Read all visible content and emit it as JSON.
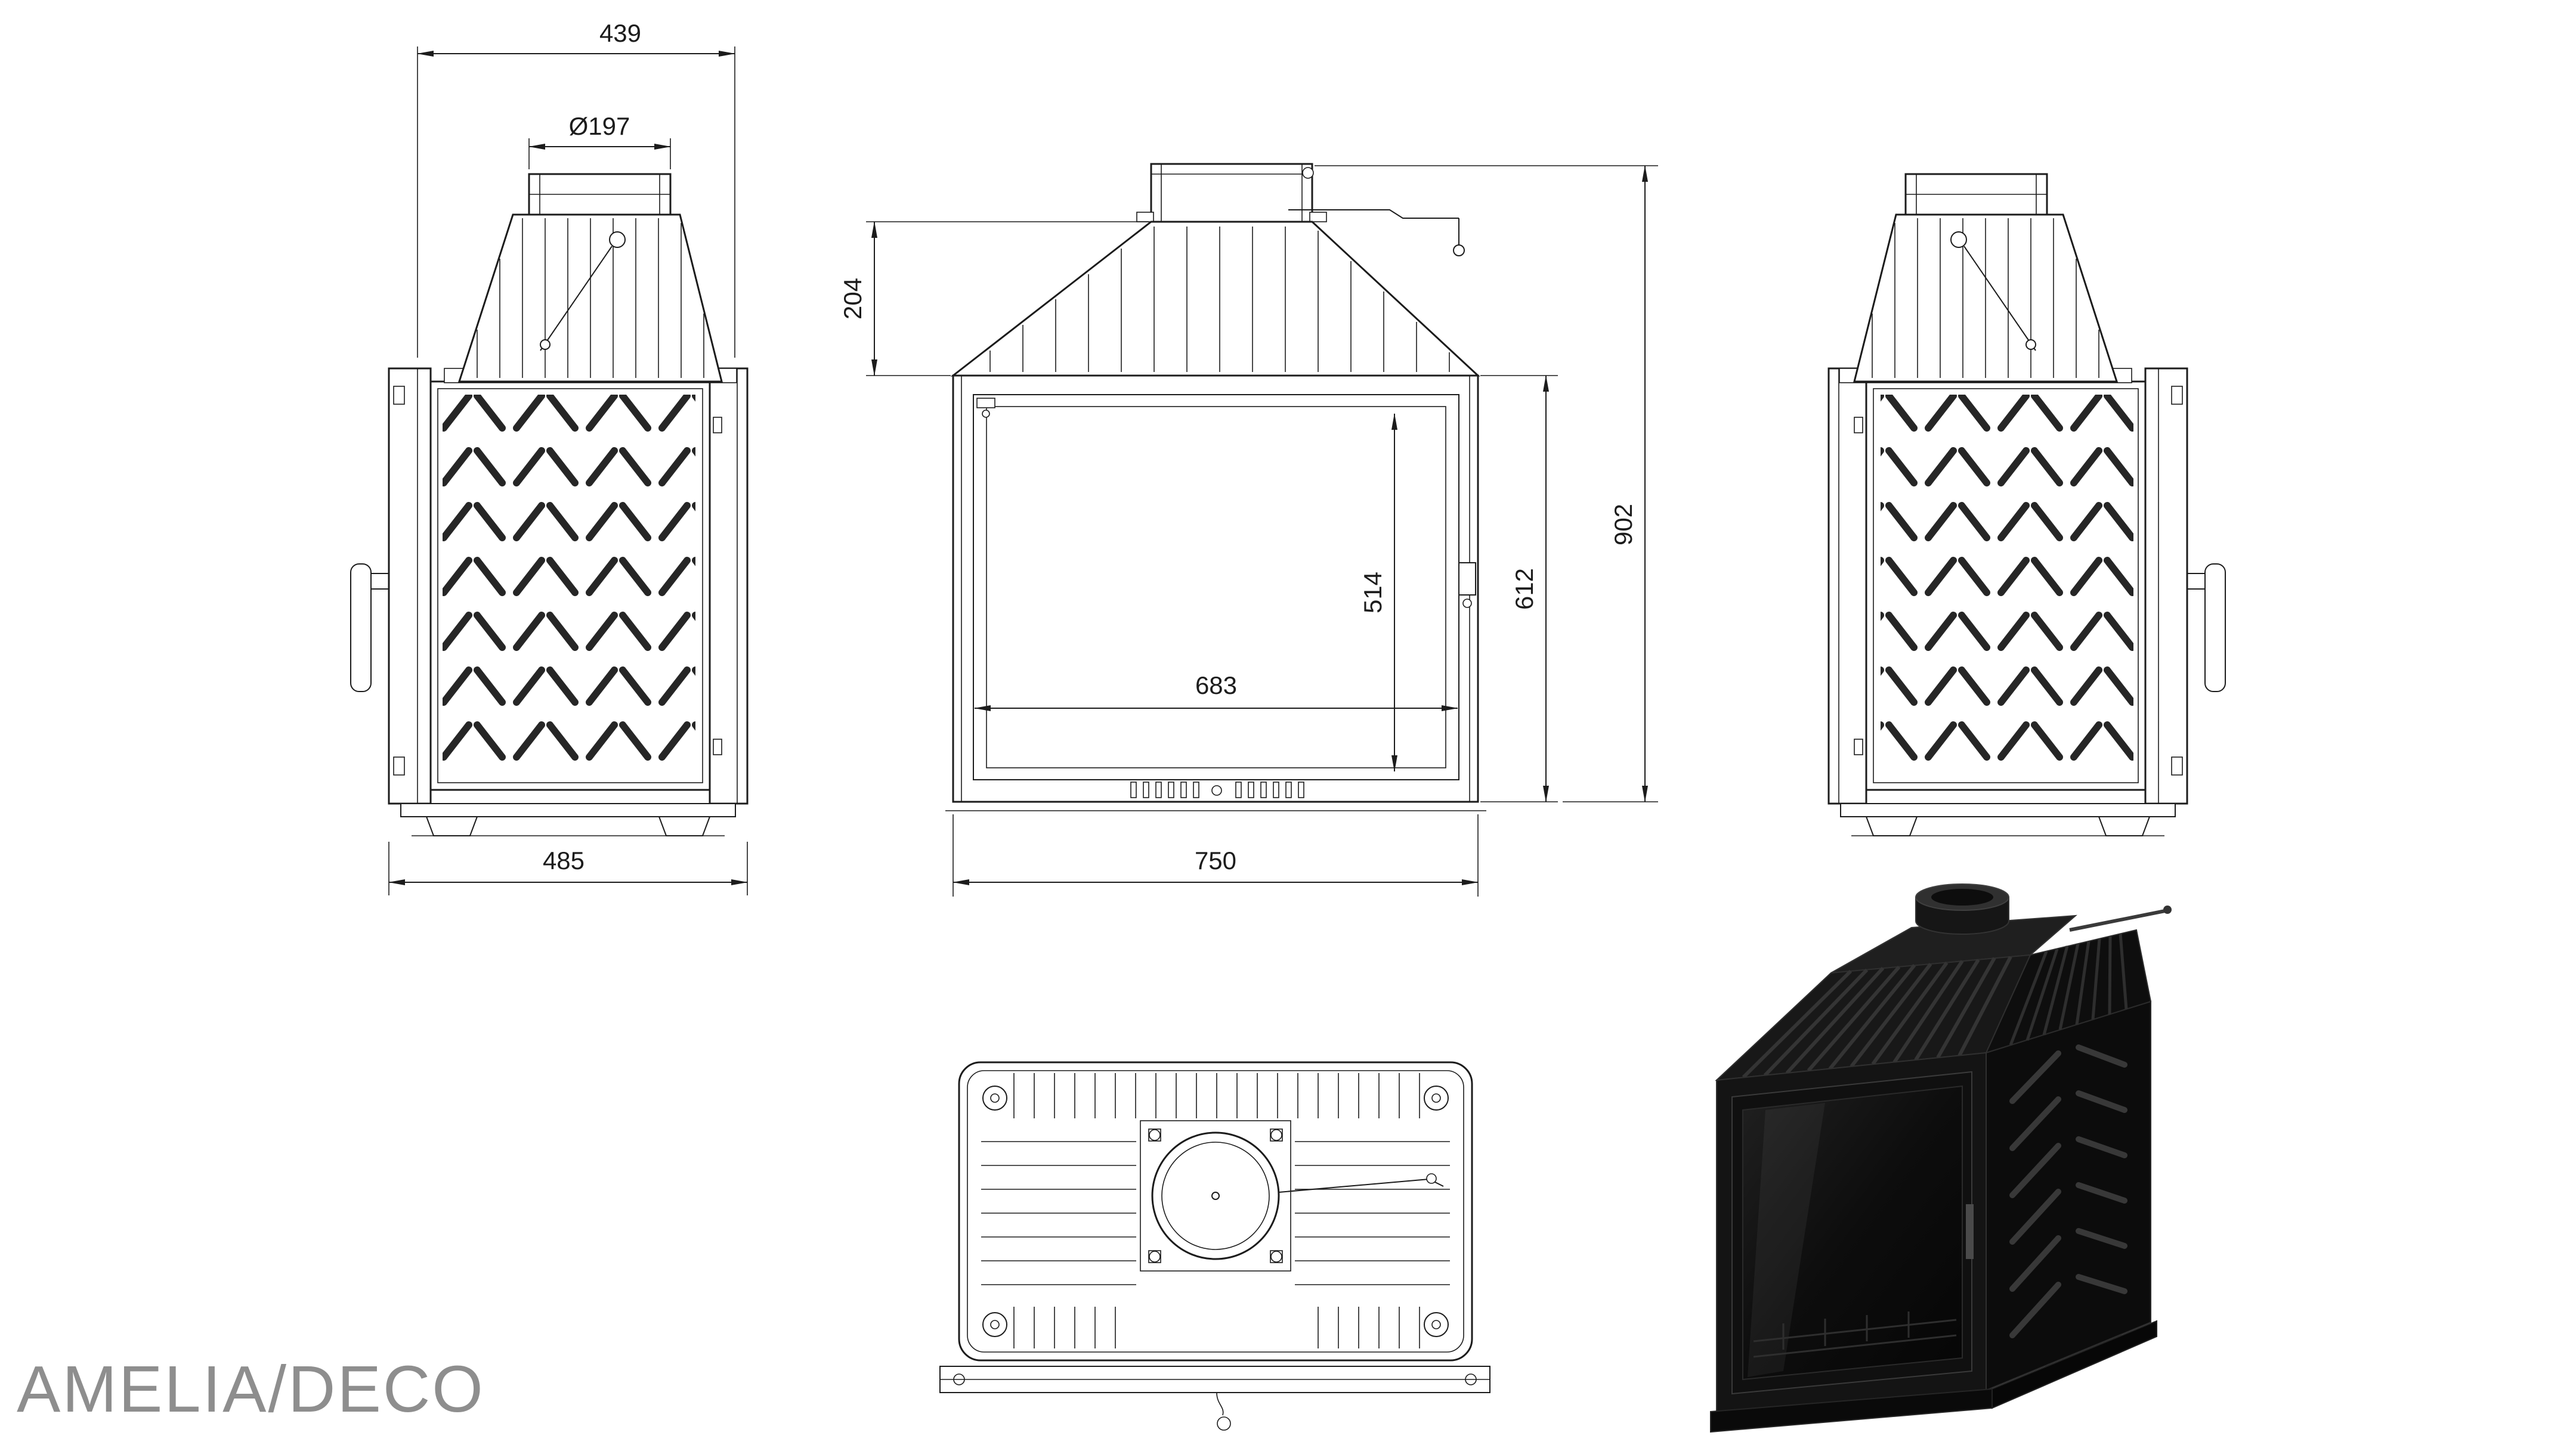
{
  "title": "AMELIA/DECO",
  "colors": {
    "drawing_line": "#1c1c1c",
    "background": "#ffffff",
    "title_text": "#8e8e8e",
    "render_body": "#121212",
    "chevron_rib": "#262626"
  },
  "dimensions": {
    "top_width": "439",
    "flue_diameter": "Ø197",
    "depth": "485",
    "hood_height": "204",
    "glass_width": "683",
    "glass_height": "514",
    "body_height": "612",
    "total_height": "902",
    "width": "750"
  }
}
